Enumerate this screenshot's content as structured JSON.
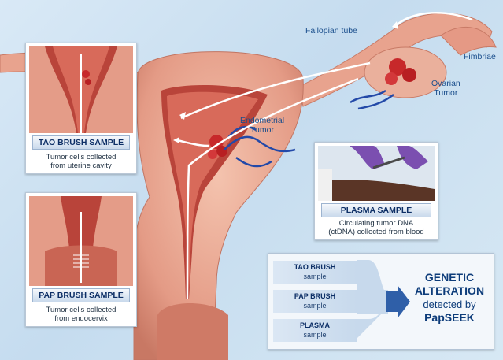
{
  "labels": {
    "fallopian_tube": "Fallopian tube",
    "fimbriae": "Fimbriae",
    "ovarian_tumor": [
      "Ovarian",
      "Tumor"
    ],
    "endometrial_tumor": [
      "Endometrial",
      "Tumor"
    ]
  },
  "panels": {
    "tao": {
      "title": "TAO BRUSH SAMPLE",
      "text": [
        "Tumor cells collected",
        "from uterine cavity"
      ]
    },
    "pap": {
      "title": "PAP BRUSH SAMPLE",
      "text": [
        "Tumor cells collected",
        "from endocervix"
      ]
    },
    "plasma": {
      "title": "PLASMA SAMPLE",
      "text": [
        "Circulating tumor DNA",
        "(ctDNA) collected from blood"
      ]
    }
  },
  "legend": {
    "sources": [
      {
        "title": "TAO BRUSH",
        "sub": "sample"
      },
      {
        "title": "PAP BRUSH",
        "sub": "sample"
      },
      {
        "title": "PLASMA",
        "sub": "sample"
      }
    ],
    "result": [
      "GENETIC",
      "ALTERATION",
      "detected by",
      "PapSEEK"
    ]
  },
  "colors": {
    "tissue": "#e9a48f",
    "tissue_dark": "#b9443a",
    "vessel": "#2349a8",
    "tumor": "#c7282a",
    "label_blue": "#1a4e8c"
  }
}
